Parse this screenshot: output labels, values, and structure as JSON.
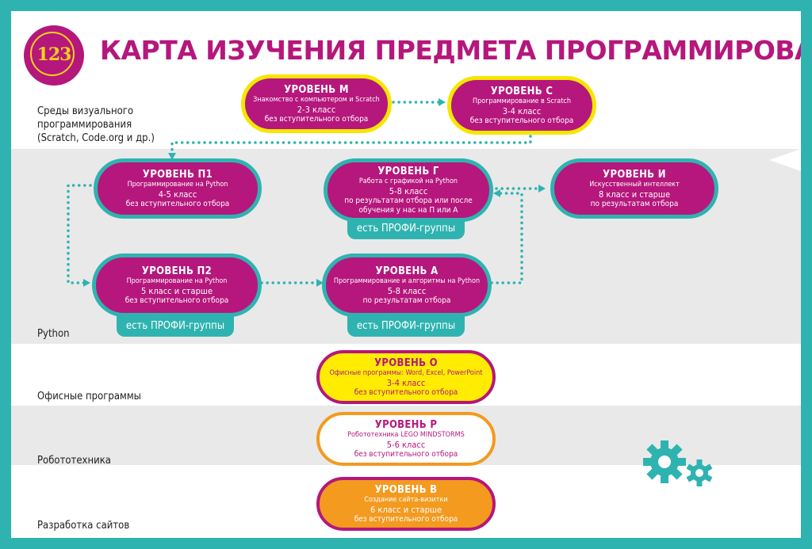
{
  "title": "КАРТА ИЗУЧЕНИЯ ПРЕДМЕТА ПРОГРАММИРОВАНИЕ",
  "logo": {
    "text": "123"
  },
  "categories": {
    "visual": [
      "Среды визуального",
      "программирования",
      "(Scratch, Code.org и др.)"
    ],
    "python": "Python",
    "office": "Офисные программы",
    "robotics": "Робототехника",
    "web": "Разработка сайтов"
  },
  "levels": {
    "M": {
      "title": "УРОВЕНЬ М",
      "desc": "Знакомство с компьютером и Scratch",
      "grade": "2-3 класс",
      "note": "без вступительного отбора"
    },
    "C": {
      "title": "УРОВЕНЬ С",
      "desc": "Программирование в Scratch",
      "grade": "3-4 класс",
      "note": "без вступительного отбора"
    },
    "P1": {
      "title": "УРОВЕНЬ П1",
      "desc": "Программирование на Python",
      "grade": "4-5 класс",
      "note": "без вступительного отбора"
    },
    "G": {
      "title": "УРОВЕНЬ Г",
      "desc": "Работа с графикой на Python",
      "grade": "5-8 класс",
      "note": "по результатам отбора или после",
      "note2": "обучения у нас на П или А"
    },
    "I": {
      "title": "УРОВЕНЬ И",
      "desc": "Искусственный интеллект",
      "grade": "8 класс и старше",
      "note": "по результатам отбора"
    },
    "P2": {
      "title": "УРОВЕНЬ П2",
      "desc": "Программирование на Python",
      "grade": "5 класс и старше",
      "note": "без вступительного отбора"
    },
    "A": {
      "title": "УРОВЕНЬ А",
      "desc": "Программирование и алгоритмы на Python",
      "grade": "5-8 класс",
      "note": "по результатам отбора"
    },
    "O": {
      "title": "УРОВЕНЬ О",
      "desc": "Офисные программы: Word, Excel, PowerPoint",
      "grade": "3-4 класс",
      "note": "без вступительного отбора"
    },
    "R": {
      "title": "УРОВЕНЬ Р",
      "desc": "Робототехника LEGO MINDSTORMS",
      "grade": "5-6 класс",
      "note": "без вступительного отбора"
    },
    "V": {
      "title": "УРОВЕНЬ В",
      "desc": "Создание сайта-визитки",
      "grade": "6 класс и старше",
      "note": "без вступительного отбора"
    }
  },
  "profi_label": "есть ПРОФИ-группы",
  "colors": {
    "magenta": "#b5177c",
    "teal": "#2fb3b0",
    "yellow": "#ffec00",
    "orange": "#f39a1f"
  },
  "icons": [
    "gear-icon-large",
    "gear-icon-small"
  ]
}
